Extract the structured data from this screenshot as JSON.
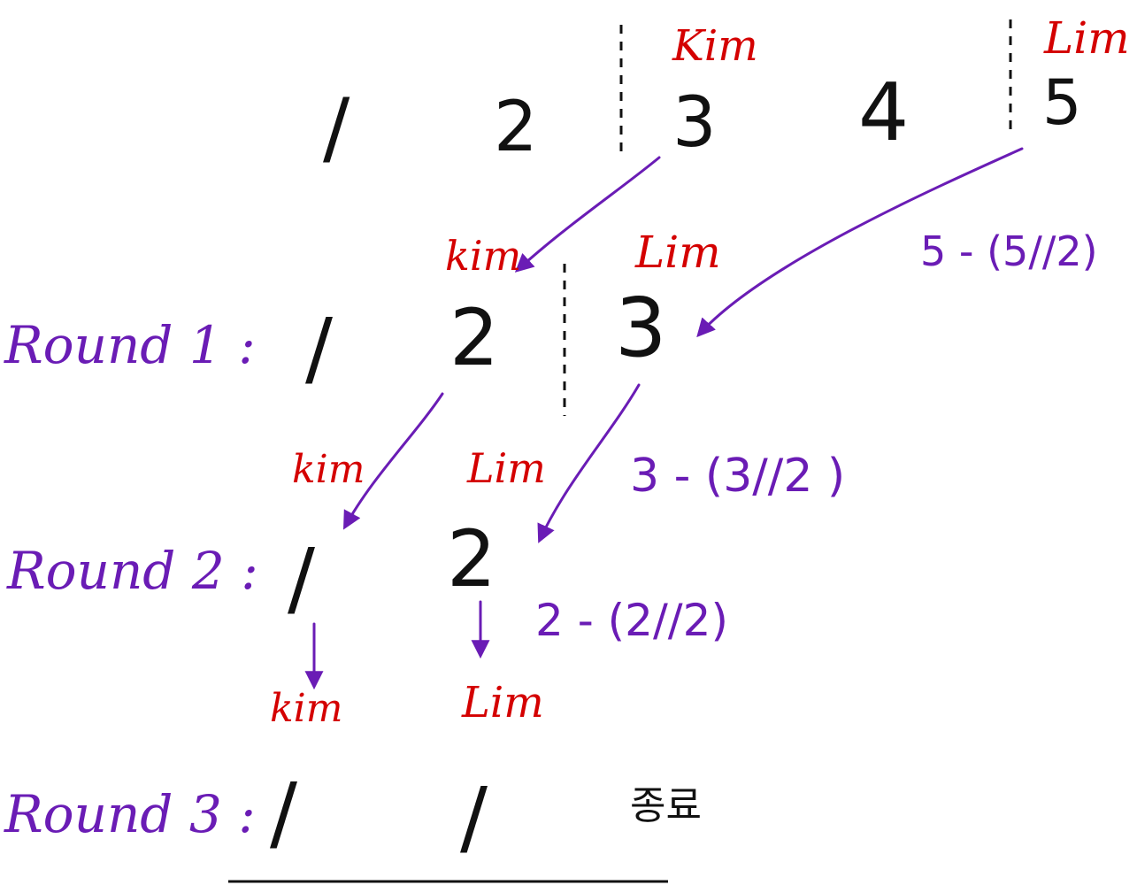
{
  "colors": {
    "ink": "#111111",
    "names": "#d40000",
    "annotations": "#6a1cb5"
  },
  "top_row": {
    "numbers": [
      "/",
      "2",
      "3",
      "4",
      "5"
    ],
    "names": {
      "kim": "Kim",
      "lim": "Lim"
    }
  },
  "rounds": [
    {
      "label": "Round 1 :",
      "numbers": [
        "/",
        "2",
        "3"
      ],
      "names": {
        "kim": "kim",
        "lim": "Lim"
      },
      "formula": "5 - (5//2)"
    },
    {
      "label": "Round 2 :",
      "numbers": [
        "/",
        "2"
      ],
      "names": {
        "kim": "kim",
        "lim": "Lim"
      },
      "formula": "3 - (3//2 )"
    },
    {
      "label": "Round 3 :",
      "numbers": [
        "/",
        "/",
        "종료"
      ],
      "names": {
        "kim": "kim",
        "lim": "Lim"
      },
      "formula": "2 - (2//2)"
    }
  ]
}
